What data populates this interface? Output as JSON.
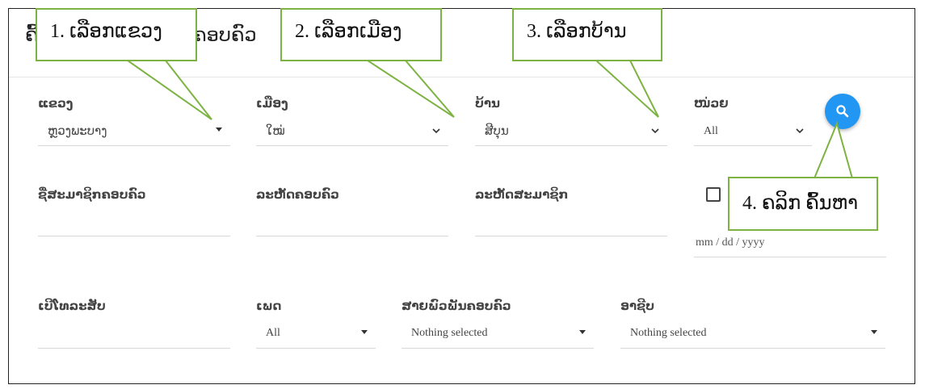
{
  "header": {
    "title": "ຄົ້ນຫາຂໍ້ມູນສະມາຊິກຄອບຄົວ"
  },
  "filters": {
    "province": {
      "label": "ແຂວງ",
      "value": "ຫຼວງພະບາງ"
    },
    "district": {
      "label": "ເມືອງ",
      "value": "ໃໝ່"
    },
    "village": {
      "label": "ບ້ານ",
      "value": "ສີບຸນ"
    },
    "unit": {
      "label": "ໜ່ວຍ",
      "value": "All"
    }
  },
  "fields": {
    "member_name": {
      "label": "ຊື່ສະມາຊິກຄອບຄົວ"
    },
    "family_code": {
      "label": "ລະຫັດຄອບຄົວ"
    },
    "member_code": {
      "label": "ລະຫັດສະມາຊິກ"
    },
    "date": {
      "placeholder": "mm / dd / yyyy"
    },
    "phone": {
      "label": "ເບີໂທລະສັບ"
    },
    "gender": {
      "label": "ເພດ",
      "value": "All"
    },
    "relationship": {
      "label": "ສາຍພົວພັນຄອບຄົວ",
      "value": "Nothing selected"
    },
    "occupation": {
      "label": "ອາຊີບ",
      "value": "Nothing selected"
    }
  },
  "callouts": {
    "step1": "1. ເລືອກແຂວງ",
    "step2": "2. ເລືອກເມືອງ",
    "step3": "3. ເລືອກບ້ານ",
    "step4": "4. ຄລິກ ຄົ້ນຫາ"
  },
  "colors": {
    "accent": "#2196f3",
    "callout_border": "#7cb342"
  },
  "icons": {
    "search": "search-icon",
    "dropdown": "chevron-down-icon",
    "caret": "caret-down-icon"
  }
}
